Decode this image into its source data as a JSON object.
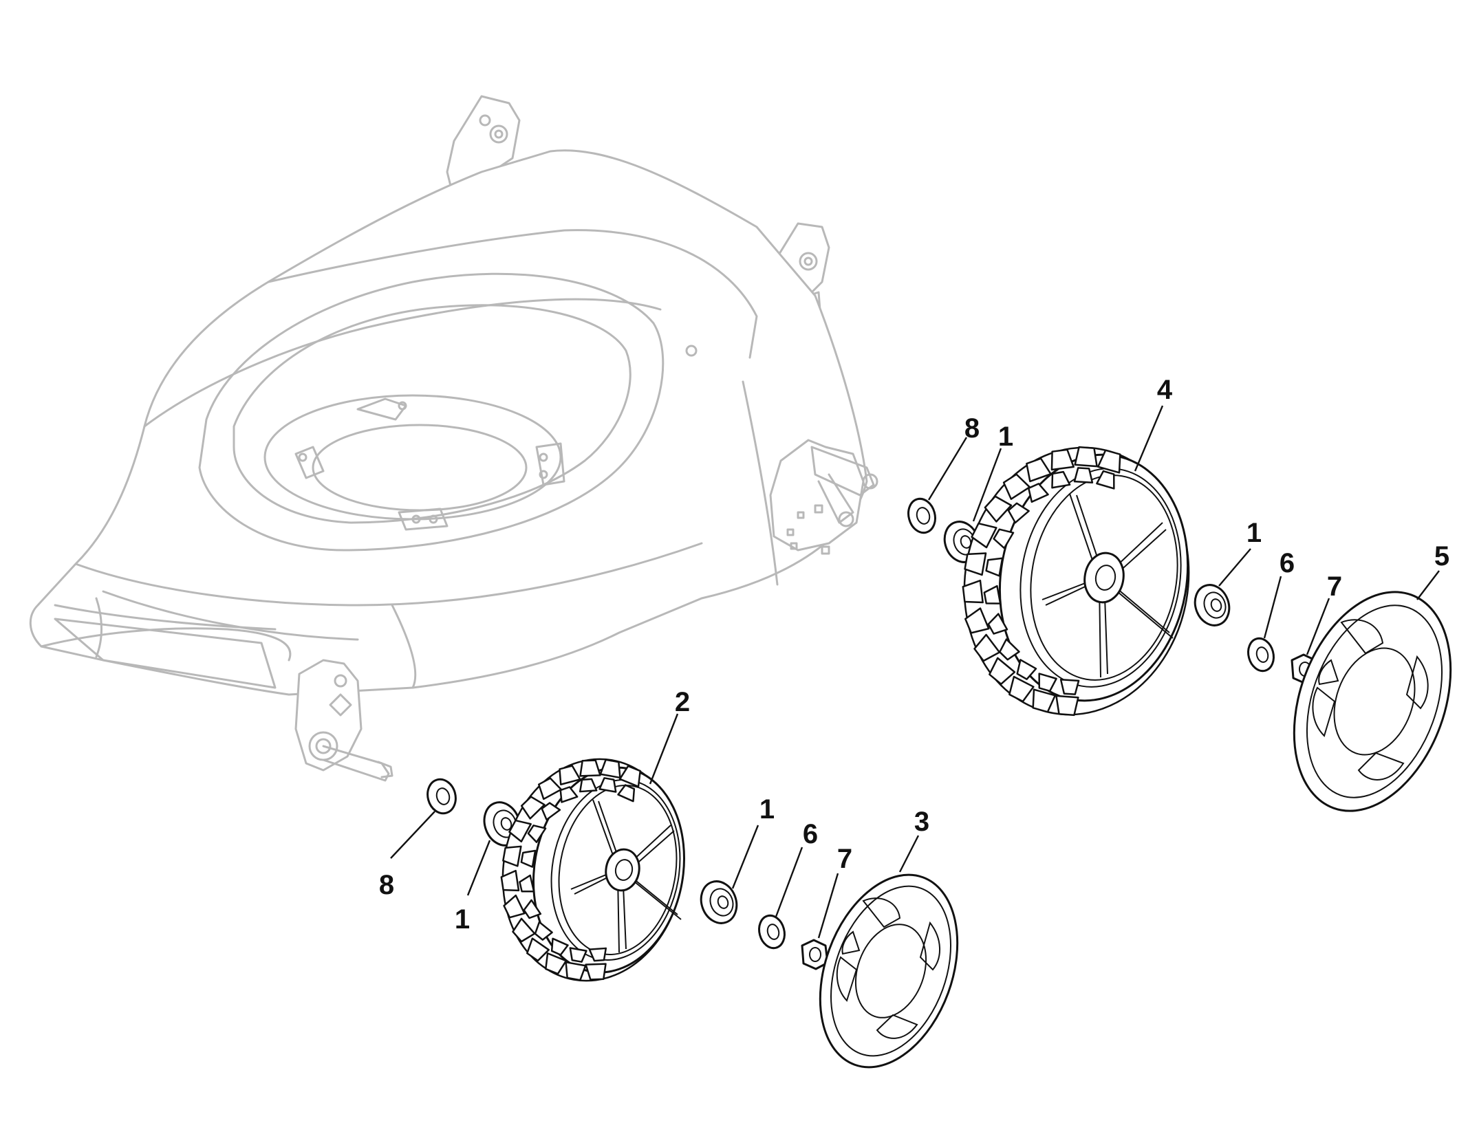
{
  "diagram": {
    "callouts": [
      {
        "id": "c-4",
        "label": "4"
      },
      {
        "id": "c-8a",
        "label": "8"
      },
      {
        "id": "c-1a",
        "label": "1"
      },
      {
        "id": "c-1b",
        "label": "1"
      },
      {
        "id": "c-6a",
        "label": "6"
      },
      {
        "id": "c-7a",
        "label": "7"
      },
      {
        "id": "c-5",
        "label": "5"
      },
      {
        "id": "c-2",
        "label": "2"
      },
      {
        "id": "c-1c",
        "label": "1"
      },
      {
        "id": "c-6b",
        "label": "6"
      },
      {
        "id": "c-7b",
        "label": "7"
      },
      {
        "id": "c-3",
        "label": "3"
      },
      {
        "id": "c-8b",
        "label": "8"
      },
      {
        "id": "c-1d",
        "label": "1"
      }
    ],
    "colors": {
      "part_line": "#111111",
      "deck_line": "#b8b8b8",
      "background": "#ffffff"
    }
  }
}
